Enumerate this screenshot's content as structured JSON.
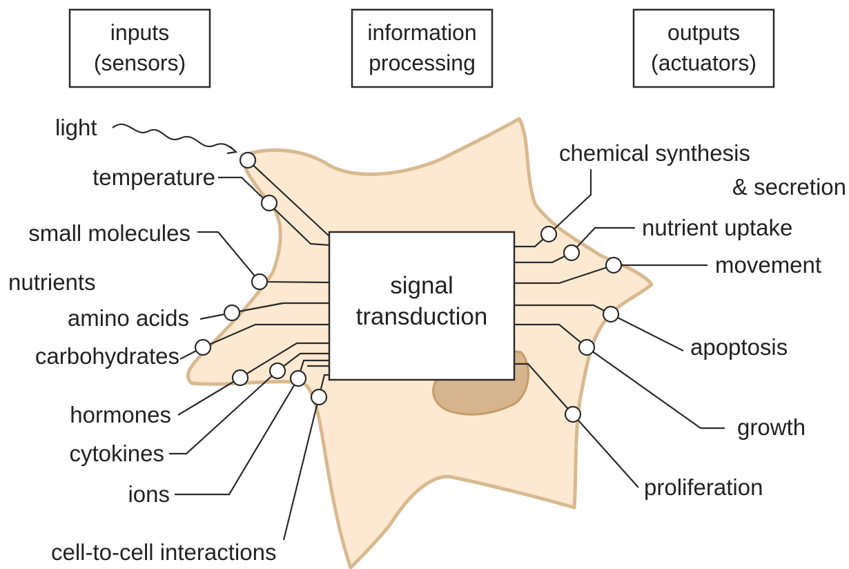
{
  "headers": {
    "inputs": [
      "inputs",
      "(sensors)"
    ],
    "processing": [
      "information",
      "processing"
    ],
    "outputs": [
      "outputs",
      "(actuators)"
    ]
  },
  "center": [
    "signal",
    "transduction"
  ],
  "inputs": {
    "light": "light",
    "temperature": "temperature",
    "small_molecules": "small molecules",
    "nutrients": "nutrients",
    "amino_acids": "amino acids",
    "carbohydrates": "carbohydrates",
    "hormones": "hormones",
    "cytokines": "cytokines",
    "ions": "ions",
    "cell_to_cell": "cell-to-cell interactions"
  },
  "outputs": {
    "chemical_synthesis": [
      "chemical synthesis",
      "& secretion"
    ],
    "nutrient_uptake": "nutrient uptake",
    "movement": "movement",
    "apoptosis": "apoptosis",
    "growth": "growth",
    "proliferation": "proliferation"
  },
  "colors": {
    "cell_fill": "#fde9d2",
    "cell_border": "#d8b990",
    "nucleus_fill": "#d6b48e",
    "nucleus_border": "#c49a68",
    "line": "#2a2a2a"
  }
}
